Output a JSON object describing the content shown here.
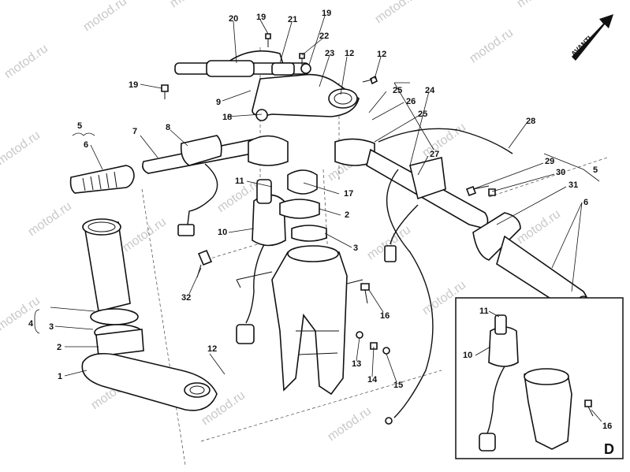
{
  "watermark": "motod.ru",
  "direction_arrow": "AVANTI",
  "inset_label": "D",
  "callouts": [
    "1",
    "2",
    "3",
    "4",
    "5",
    "6",
    "7",
    "8",
    "9",
    "10",
    "11",
    "12",
    "13",
    "14",
    "15",
    "16",
    "17",
    "18",
    "19",
    "20",
    "21",
    "22",
    "23",
    "24",
    "25",
    "26",
    "27",
    "28",
    "29",
    "30",
    "31",
    "32"
  ]
}
